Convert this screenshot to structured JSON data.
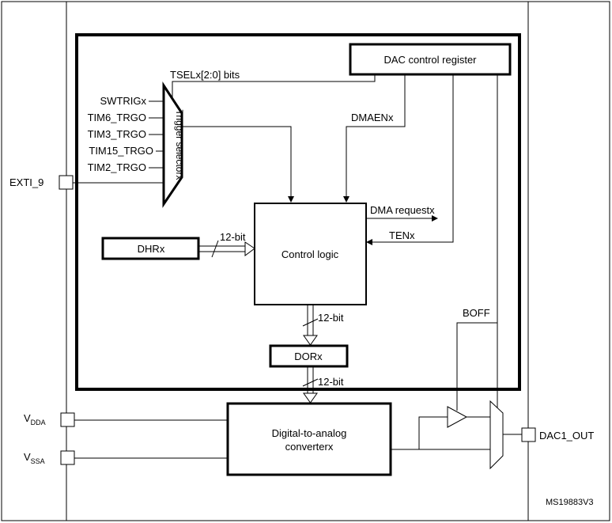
{
  "diagram": {
    "dac_control_register": "DAC control register",
    "tsel_bits": "TSELx[2:0] bits",
    "trigger_selector": "Trigger selectorx",
    "triggers": [
      "SWTRIGx",
      "TIM6_TRGO",
      "TIM3_TRGO",
      "TIM15_TRGO",
      "TIM2_TRGO"
    ],
    "exti": "EXTI_9",
    "dmaen": "DMAENx",
    "dma_requests": "DMA requestx",
    "ten": "TENx",
    "control_logic": "Control logic",
    "dhr": "DHRx",
    "bit12_dhr": "12-bit",
    "bit12_dor": "12-bit",
    "bit12_dac": "12-bit",
    "dor": "DORx",
    "boff": "BOFF",
    "dac_line1": "Digital-to-analog",
    "dac_line2": "converterx",
    "vdda_main": "V",
    "vdda_sub": "DDA",
    "vssa_main": "V",
    "vssa_sub": "SSA",
    "dac_out": "DAC1_OUT",
    "figure_id": "MS19883V3"
  }
}
